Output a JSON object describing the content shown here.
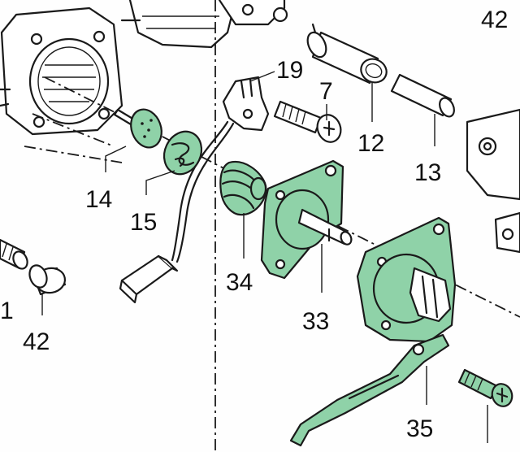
{
  "diagram": {
    "labels": [
      "42",
      "19",
      "7",
      "12",
      "13",
      "14",
      "15",
      "34",
      "33",
      "35",
      "42",
      "1"
    ],
    "colors": {
      "highlight": "#8fd2a8",
      "ink": "#1a1a1a",
      "paper": "#fefefe"
    }
  }
}
